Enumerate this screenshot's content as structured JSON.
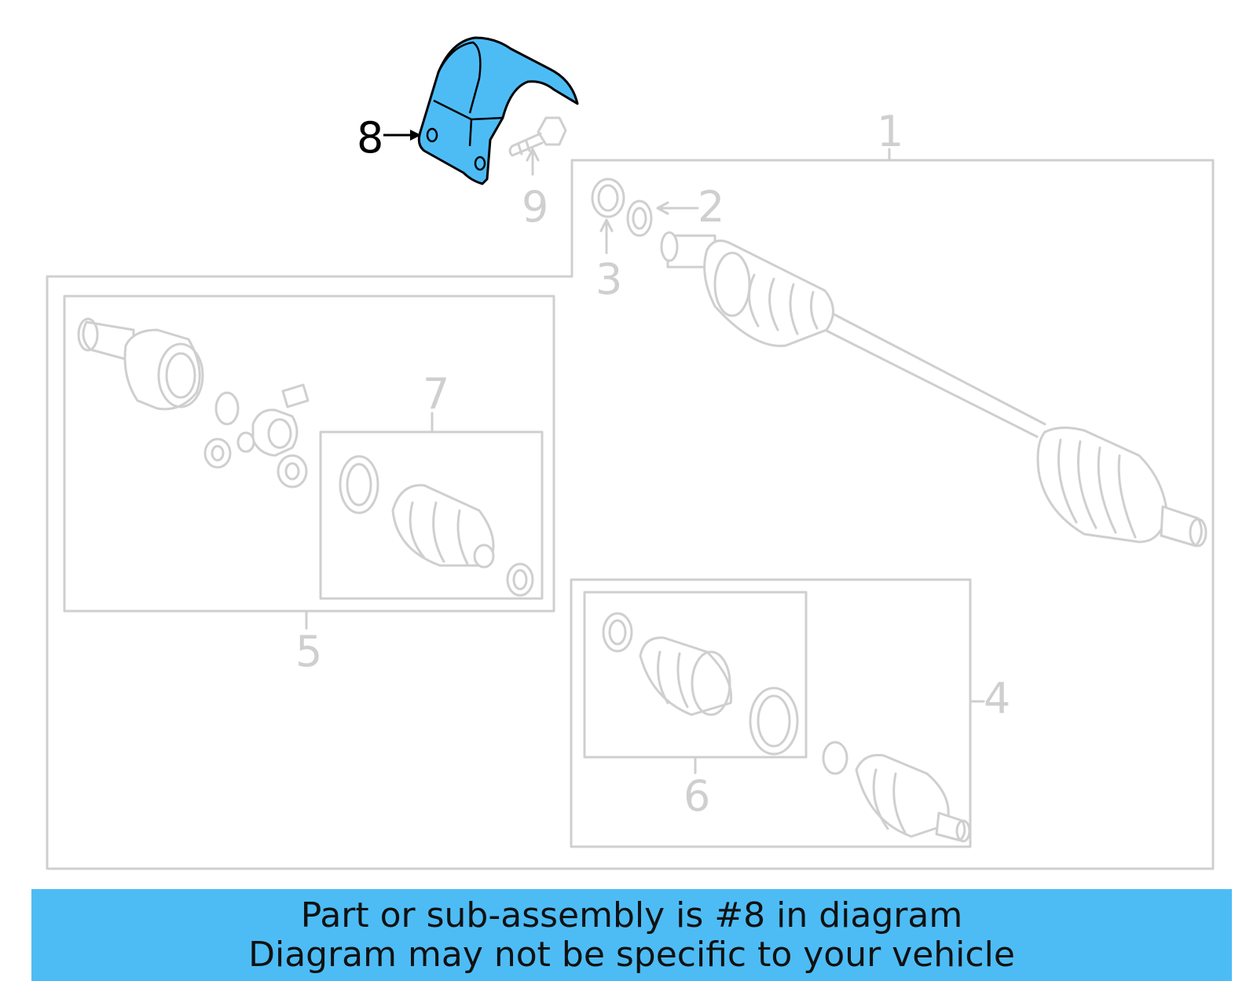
{
  "colors": {
    "highlight": "#4dbcf5",
    "line_gray": "#cfcfcf",
    "banner_bg": "#4dbcf5",
    "text": "#111111"
  },
  "callouts": {
    "n1": "1",
    "n2": "2",
    "n3": "3",
    "n4": "4",
    "n5": "5",
    "n6": "6",
    "n7": "7",
    "n8": "8",
    "n9": "9"
  },
  "highlighted_part": "8",
  "banner": {
    "line1": "Part or sub-assembly is #8 in diagram",
    "line2": "Diagram may not be specific to your vehicle"
  }
}
